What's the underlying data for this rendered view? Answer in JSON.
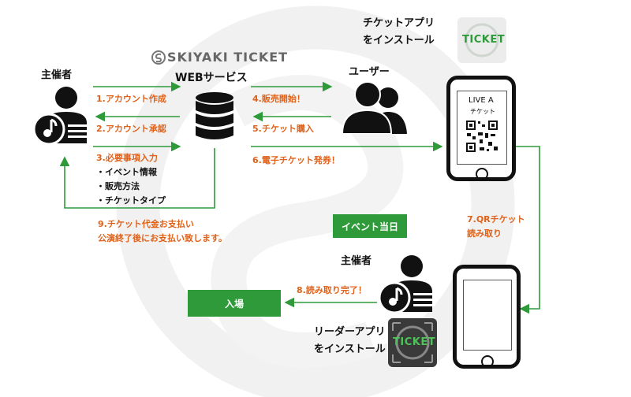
{
  "brand": {
    "logo_text": "SKIYAKI TICKET",
    "service_label": "WEBサービス"
  },
  "actors": {
    "organizer_top": "主催者",
    "user": "ユーザー",
    "organizer_bottom": "主催者"
  },
  "app_install": {
    "ticket_app_line1": "チケットアプリ",
    "ticket_app_line2": "をインストール",
    "ticket_tile_text": "TICKET",
    "reader_app_line1": "リーダーアプリ",
    "reader_app_line2": "をインストール",
    "reader_tile_text": "TICKET"
  },
  "phone_ticket": {
    "event": "LIVE A",
    "label": "チケット"
  },
  "steps": {
    "s1": "1.アカウント作成",
    "s2": "2.アカウント承認",
    "s3": "3.必要事項入力",
    "s3_items": [
      "・イベント情報",
      "・販売方法",
      "・チケットタイプ"
    ],
    "s4": "4.販売開始！",
    "s5": "5.チケット購入",
    "s6": "6.電子チケット発券！",
    "s7_line1": "7.QRチケット",
    "s7_line2": "読み取り",
    "s8": "8.読み取り完了！",
    "s9_line1": "9.チケット代金お支払い",
    "s9_line2": "公演終了後にお支払い致します。"
  },
  "boxes": {
    "event_day": "イベント当日",
    "entry": "入場"
  },
  "colors": {
    "green": "#2e9a3a",
    "orange": "#e0621a",
    "dark": "#111111"
  }
}
